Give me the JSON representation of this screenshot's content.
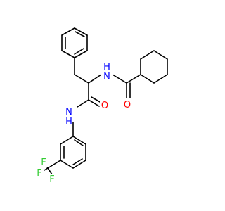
{
  "molecule": {
    "atoms": [
      {
        "id": "nh_amide",
        "label": "H",
        "sub": "N",
        "text": "NH",
        "color": "#0000ff",
        "kind": "nitrogen-hydrogen"
      },
      {
        "id": "n_amide",
        "label": "N",
        "color": "#0000ff",
        "kind": "nitrogen"
      },
      {
        "id": "h_amide",
        "label": "H",
        "color": "#0000ff",
        "kind": "hydrogen"
      },
      {
        "id": "o_amide1",
        "label": "O",
        "color": "#ff0000",
        "kind": "oxygen"
      },
      {
        "id": "o_amide2",
        "label": "O",
        "color": "#ff0000",
        "kind": "oxygen"
      },
      {
        "id": "n_anilide",
        "label": "N",
        "color": "#0000ff",
        "kind": "nitrogen"
      },
      {
        "id": "h_anilide",
        "label": "H",
        "color": "#0000ff",
        "kind": "hydrogen"
      },
      {
        "id": "f1",
        "label": "F",
        "color": "#33cc33",
        "kind": "fluorine"
      },
      {
        "id": "f2",
        "label": "F",
        "color": "#33cc33",
        "kind": "fluorine"
      },
      {
        "id": "f3",
        "label": "F",
        "color": "#33cc33",
        "kind": "fluorine"
      }
    ],
    "colors": {
      "bond": "#000000",
      "nitrogen": "#0000ff",
      "oxygen": "#ff0000",
      "fluorine": "#33cc33"
    }
  }
}
